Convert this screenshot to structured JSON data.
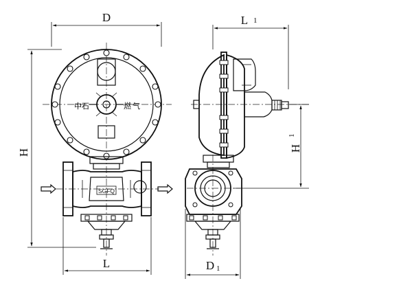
{
  "dimensions": {
    "D": "D",
    "L1": "L",
    "L1_sub": "1",
    "H": "H",
    "H1": "H",
    "H1_sub": "1",
    "L": "L",
    "D1": "D",
    "D1_sub": "1"
  },
  "body_mark": "SGFQ",
  "cover_glyphs": [
    "中",
    "石",
    "燃",
    "气"
  ],
  "colors": {
    "line": "#111111",
    "background": "#ffffff"
  }
}
